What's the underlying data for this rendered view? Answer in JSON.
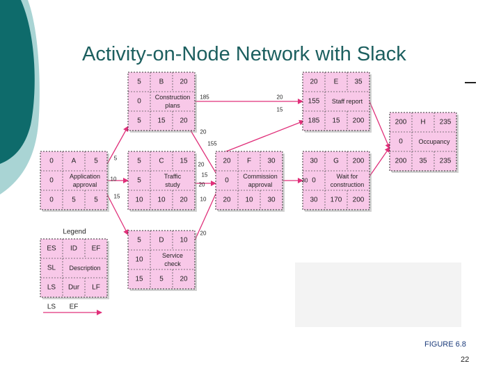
{
  "slide": {
    "title": "Activity-on-Node Network with Slack",
    "figure_caption": "FIGURE 6.8",
    "page_number": "22"
  },
  "colors": {
    "node_fill": "#f8c8e8",
    "arrow": "#e0307a",
    "title": "#1c5f5f",
    "teal_dark": "#0e6b6b",
    "teal_light": "#9ccccc"
  },
  "nodes": [
    {
      "id": "A",
      "es": "0",
      "ef": "5",
      "slack": "0",
      "desc": [
        "Application",
        "approval"
      ],
      "ls": "0",
      "dur": "5",
      "lf": "5",
      "critical": true
    },
    {
      "id": "B",
      "es": "5",
      "ef": "20",
      "slack": "0",
      "desc": [
        "Construction",
        "plans"
      ],
      "ls": "5",
      "dur": "15",
      "lf": "20",
      "critical": true
    },
    {
      "id": "C",
      "es": "5",
      "ef": "15",
      "slack": "5",
      "desc": [
        "Traffic",
        "study"
      ],
      "ls": "10",
      "dur": "10",
      "lf": "20",
      "critical": false
    },
    {
      "id": "D",
      "es": "5",
      "ef": "10",
      "slack": "10",
      "desc": [
        "Service",
        "check"
      ],
      "ls": "15",
      "dur": "5",
      "lf": "20",
      "critical": false
    },
    {
      "id": "E",
      "es": "20",
      "ef": "35",
      "slack": "155",
      "desc": [
        "Staff report"
      ],
      "ls": "185",
      "dur": "15",
      "lf": "200",
      "critical": false
    },
    {
      "id": "F",
      "es": "20",
      "ef": "30",
      "slack": "0",
      "desc": [
        "Commission",
        "approval"
      ],
      "ls": "20",
      "dur": "10",
      "lf": "30",
      "critical": true
    },
    {
      "id": "G",
      "es": "30",
      "ef": "200",
      "slack": "0",
      "desc": [
        "Wait for",
        "construction"
      ],
      "ls": "30",
      "dur": "170",
      "lf": "200",
      "critical": true
    },
    {
      "id": "H",
      "es": "200",
      "ef": "235",
      "slack": "0",
      "desc": [
        "Occupancy"
      ],
      "ls": "200",
      "dur": "35",
      "lf": "235",
      "critical": true
    }
  ],
  "legend": {
    "title": "Legend",
    "es": "ES",
    "id": "ID",
    "ef": "EF",
    "slack": "SL",
    "desc": "Description",
    "ls": "LS",
    "dur": "Dur",
    "lf": "LF",
    "arrow_from": "LS",
    "arrow_to": "EF"
  },
  "edges": [
    {
      "from": "A",
      "to": "B",
      "from_label": "5",
      "to_label": ""
    },
    {
      "from": "A",
      "to": "C",
      "from_label": "10",
      "to_label": ""
    },
    {
      "from": "A",
      "to": "D",
      "from_label": "15",
      "to_label": ""
    },
    {
      "from": "B",
      "to": "E",
      "from_label": "185",
      "to_label": "20"
    },
    {
      "from": "B",
      "to": "F",
      "from_label": "20",
      "to_label": ""
    },
    {
      "from": "C",
      "to": "F",
      "from_label": "20",
      "to_label": ""
    },
    {
      "from": "D",
      "to": "F",
      "from_label": "20",
      "to_label": ""
    },
    {
      "from": "F",
      "to": "E",
      "from_label": "",
      "to_label": "15"
    },
    {
      "from": "F",
      "to": "G",
      "from_label": "30",
      "to_label": ""
    },
    {
      "from": "E",
      "to": "H",
      "from_label": "",
      "to_label": ""
    },
    {
      "from": "G",
      "to": "H",
      "from_label": "",
      "to_label": ""
    }
  ],
  "edge_annotations": [
    "155",
    "15",
    "20",
    "10",
    "20"
  ]
}
